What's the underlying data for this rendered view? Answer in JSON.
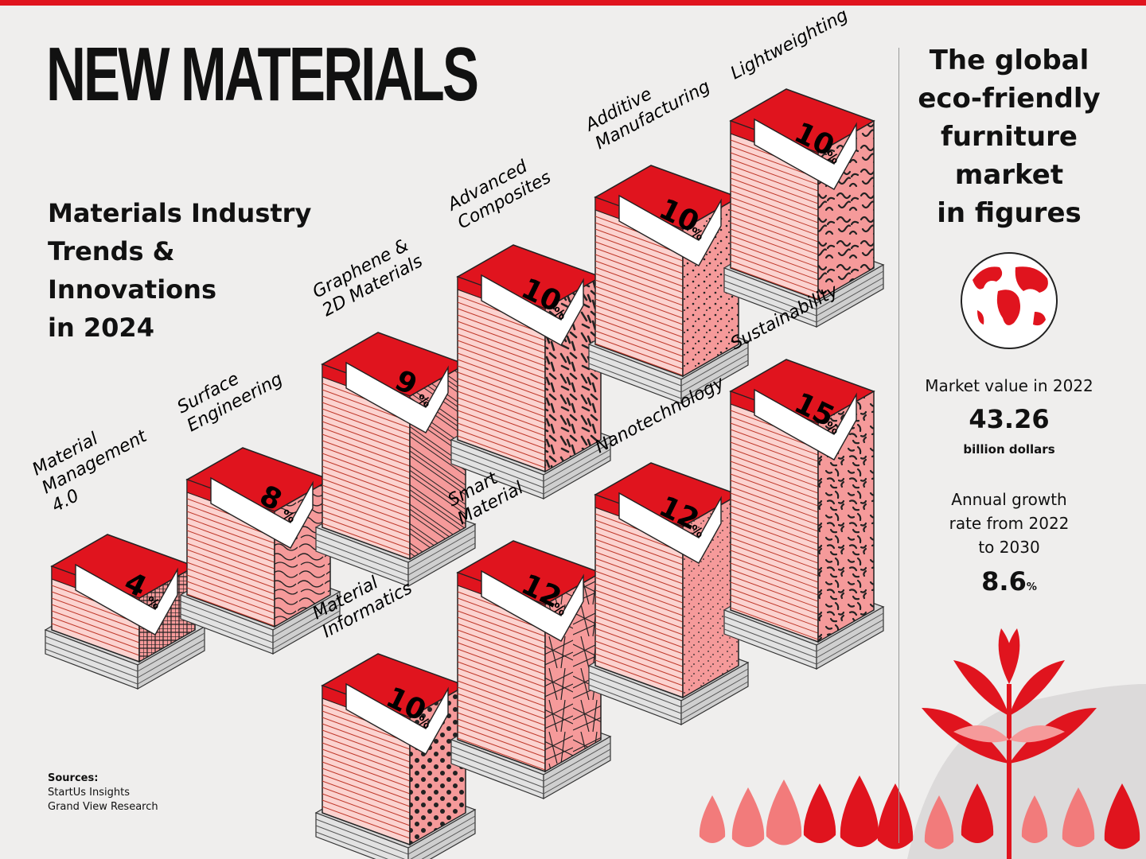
{
  "title": "NEW MATERIALS",
  "subtitle": [
    "Materials Industry",
    "Trends &",
    "Innovations",
    "in 2024"
  ],
  "sources": {
    "heading": "Sources:",
    "items": [
      "StartUs Insights",
      "Grand View Research"
    ]
  },
  "trends": [
    {
      "label_lines": [
        "Material",
        "Management",
        "4.0"
      ],
      "value": "4",
      "pattern": "grid"
    },
    {
      "label_lines": [
        "Surface",
        "Engineering"
      ],
      "value": "8",
      "pattern": "swirls"
    },
    {
      "label_lines": [
        "Graphene &",
        "2D Materials"
      ],
      "value": "9",
      "pattern": "lines"
    },
    {
      "label_lines": [
        "Advanced",
        "Composites"
      ],
      "value": "10",
      "pattern": "dashes"
    },
    {
      "label_lines": [
        "Additive",
        "Manufacturing"
      ],
      "value": "10",
      "pattern": "dots"
    },
    {
      "label_lines": [
        "Lightweighting"
      ],
      "value": "10",
      "pattern": "squiggles"
    },
    {
      "label_lines": [
        "Material",
        "Informatics"
      ],
      "value": "10",
      "pattern": "bigdots"
    },
    {
      "label_lines": [
        "Smart",
        "Material"
      ],
      "value": "12",
      "pattern": "sticks"
    },
    {
      "label_lines": [
        "Nanotechnology"
      ],
      "value": "12",
      "pattern": "fine"
    },
    {
      "label_lines": [
        "Sustainability"
      ],
      "value": "15",
      "pattern": "worms"
    }
  ],
  "panel": {
    "title_lines": [
      "The global",
      "eco-friendly",
      "furniture",
      "market",
      "in figures"
    ],
    "market_label": "Market value in 2022",
    "market_value": "43.26",
    "market_unit": "billion dollars",
    "growth_label_lines": [
      "Annual growth",
      "rate from 2022",
      "to 2030"
    ],
    "growth_value": "8.6",
    "percent_sign": "%"
  },
  "colors": {
    "accent": "#e0141e",
    "pink": "#f59a9a",
    "pale": "#fbd3d0",
    "background": "#efeeed"
  },
  "icons": [
    "globe-icon",
    "plant-icon",
    "leaf-icon",
    "pallet-icon"
  ]
}
